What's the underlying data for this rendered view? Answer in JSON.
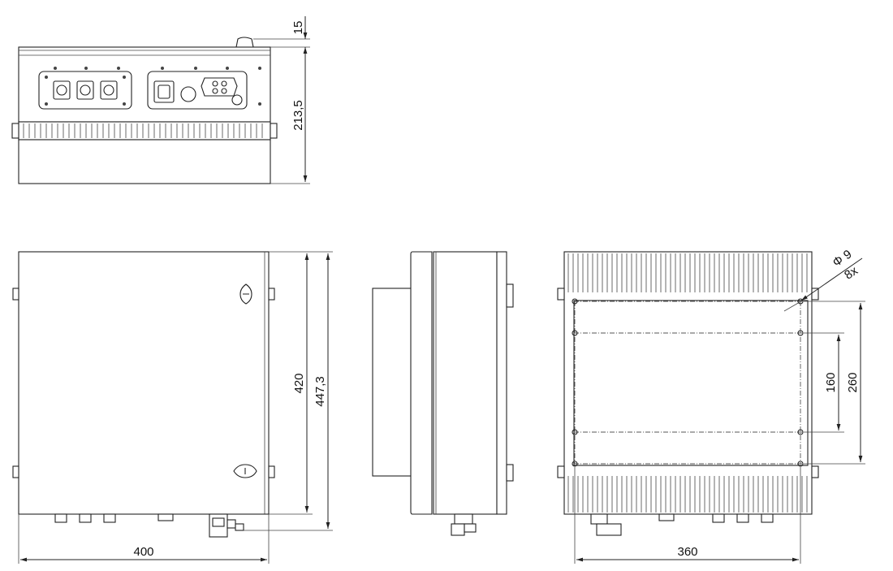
{
  "dimensions": {
    "top_height": "15",
    "side_height": "213,5",
    "front_height": "420",
    "front_total_height": "447,3",
    "front_width": "400",
    "back_width": "360",
    "hole_spacing_inner": "160",
    "hole_spacing_outer": "260",
    "hole_diameter": "Φ 9",
    "hole_count": "8x"
  }
}
